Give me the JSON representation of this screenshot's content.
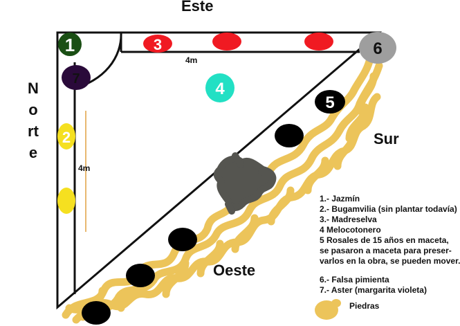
{
  "directions": {
    "este": "Este",
    "sur": "Sur",
    "oeste": "Oeste",
    "norte": "Norte"
  },
  "dimensions": {
    "top_side": "4m",
    "left_side": "4m"
  },
  "markers": {
    "jazmin": "1",
    "bugamvilia": "2",
    "madreselva": "3",
    "melocotonero": "4",
    "rosal": "5",
    "falsa_pimienta": "6",
    "aster": "7"
  },
  "legend": {
    "items": [
      "1.- Jazmín",
      "2.- Bugamvilia (sin plantar todavía)",
      "3.- Madreselva",
      "4 Melocotonero",
      "5 Rosales  de 15 años en maceta,",
      "se pasaron a maceta para preser-",
      "varlos en la obra, se pueden mover.",
      "",
      "6.- Falsa pimienta",
      "7.- Aster (margarita violeta)"
    ],
    "piedras": "Piedras"
  },
  "colors": {
    "jazmin": "#1a4f14",
    "bugamvilia": "#f5e020",
    "madreselva": "#f01a22",
    "melocotonero": "#22e0c4",
    "rosal": "#000000",
    "falsa_pimienta": "#9e9e9e",
    "aster": "#2a0a3a",
    "piedras": "#ecc45a",
    "rubble": "#555550"
  }
}
